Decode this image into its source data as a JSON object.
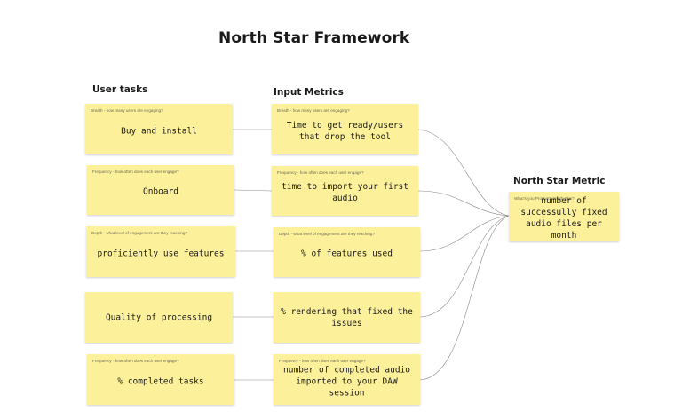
{
  "title": "North Star Framework",
  "columns": {
    "user_tasks": "User tasks",
    "input_metrics": "Input Metrics",
    "north_star": "North Star Metric"
  },
  "user_tasks": [
    {
      "hint": "Breath - how many users are engaging?",
      "text": "Buy and install"
    },
    {
      "hint": "Frequency - how often does each user engage?",
      "text": "Onboard"
    },
    {
      "hint": "Depth - what level of engagement are they reaching?",
      "text": "proficiently use features"
    },
    {
      "hint": "",
      "text": "Quality of processing"
    },
    {
      "hint": "Frequency - how often does each user engage?",
      "text": "% completed tasks"
    }
  ],
  "input_metrics": [
    {
      "hint": "Breath - how many users are engaging?",
      "text": "Time to get ready/users that drop the tool"
    },
    {
      "hint": "Frequency - how often does each user engage?",
      "text": "time to import your first audio"
    },
    {
      "hint": "Depth - what level of engagement are they reaching?",
      "text": "% of features used"
    },
    {
      "hint": "",
      "text": "% rendering that fixed the issues"
    },
    {
      "hint": "Frequency - how often does each user engage?",
      "text": "number of completed audio imported to your DAW session"
    }
  ],
  "north_star": {
    "hint": "What's you Product's North Star?",
    "text": "number of successully fixed audio files per month"
  },
  "colors": {
    "sticky": "#fdf09a",
    "connector": "#8a8a8a"
  }
}
